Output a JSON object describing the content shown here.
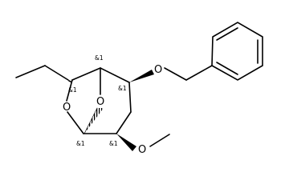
{
  "molecule": {
    "atoms": {
      "ring_oxygen": "O",
      "bridge_oxygen": "O",
      "benzyloxy_oxygen": "O",
      "methoxy_oxygen": "O"
    },
    "stereo": {
      "c_ethyl": "&1",
      "c_bridgehead_top": "&1",
      "c_benzyloxy": "&1",
      "c_anomeric": "&1",
      "c_methoxy": "&1"
    }
  }
}
